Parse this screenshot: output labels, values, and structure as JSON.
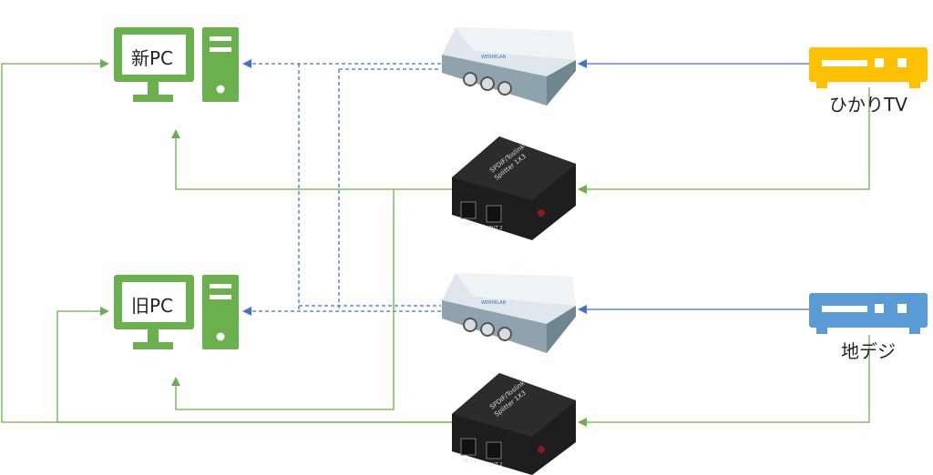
{
  "colors": {
    "green": "#6ab04c",
    "blue": "#4472c4",
    "yellow": "#ffc000",
    "box_blue": "#5b9bd5",
    "splitter_black": "#1e1e1e",
    "switch_body": "#c8d2d8"
  },
  "pcs": {
    "new_pc": {
      "label": "新PC",
      "icon": "desktop-computer-icon"
    },
    "old_pc": {
      "label": "旧PC",
      "icon": "desktop-computer-icon"
    }
  },
  "sources": {
    "hikari": {
      "label": "ひかりTV",
      "icon": "set-top-box-icon"
    },
    "chideji": {
      "label": "地デジ",
      "icon": "set-top-box-icon"
    }
  },
  "devices": {
    "hdmi_switch": {
      "brand": "WERMILAN"
    },
    "optical_splitter": {
      "title": "SPDIF/Toslink",
      "subtitle": "Splitter 1X3",
      "out1": "OUT 1",
      "out2": "OUT 2"
    }
  }
}
